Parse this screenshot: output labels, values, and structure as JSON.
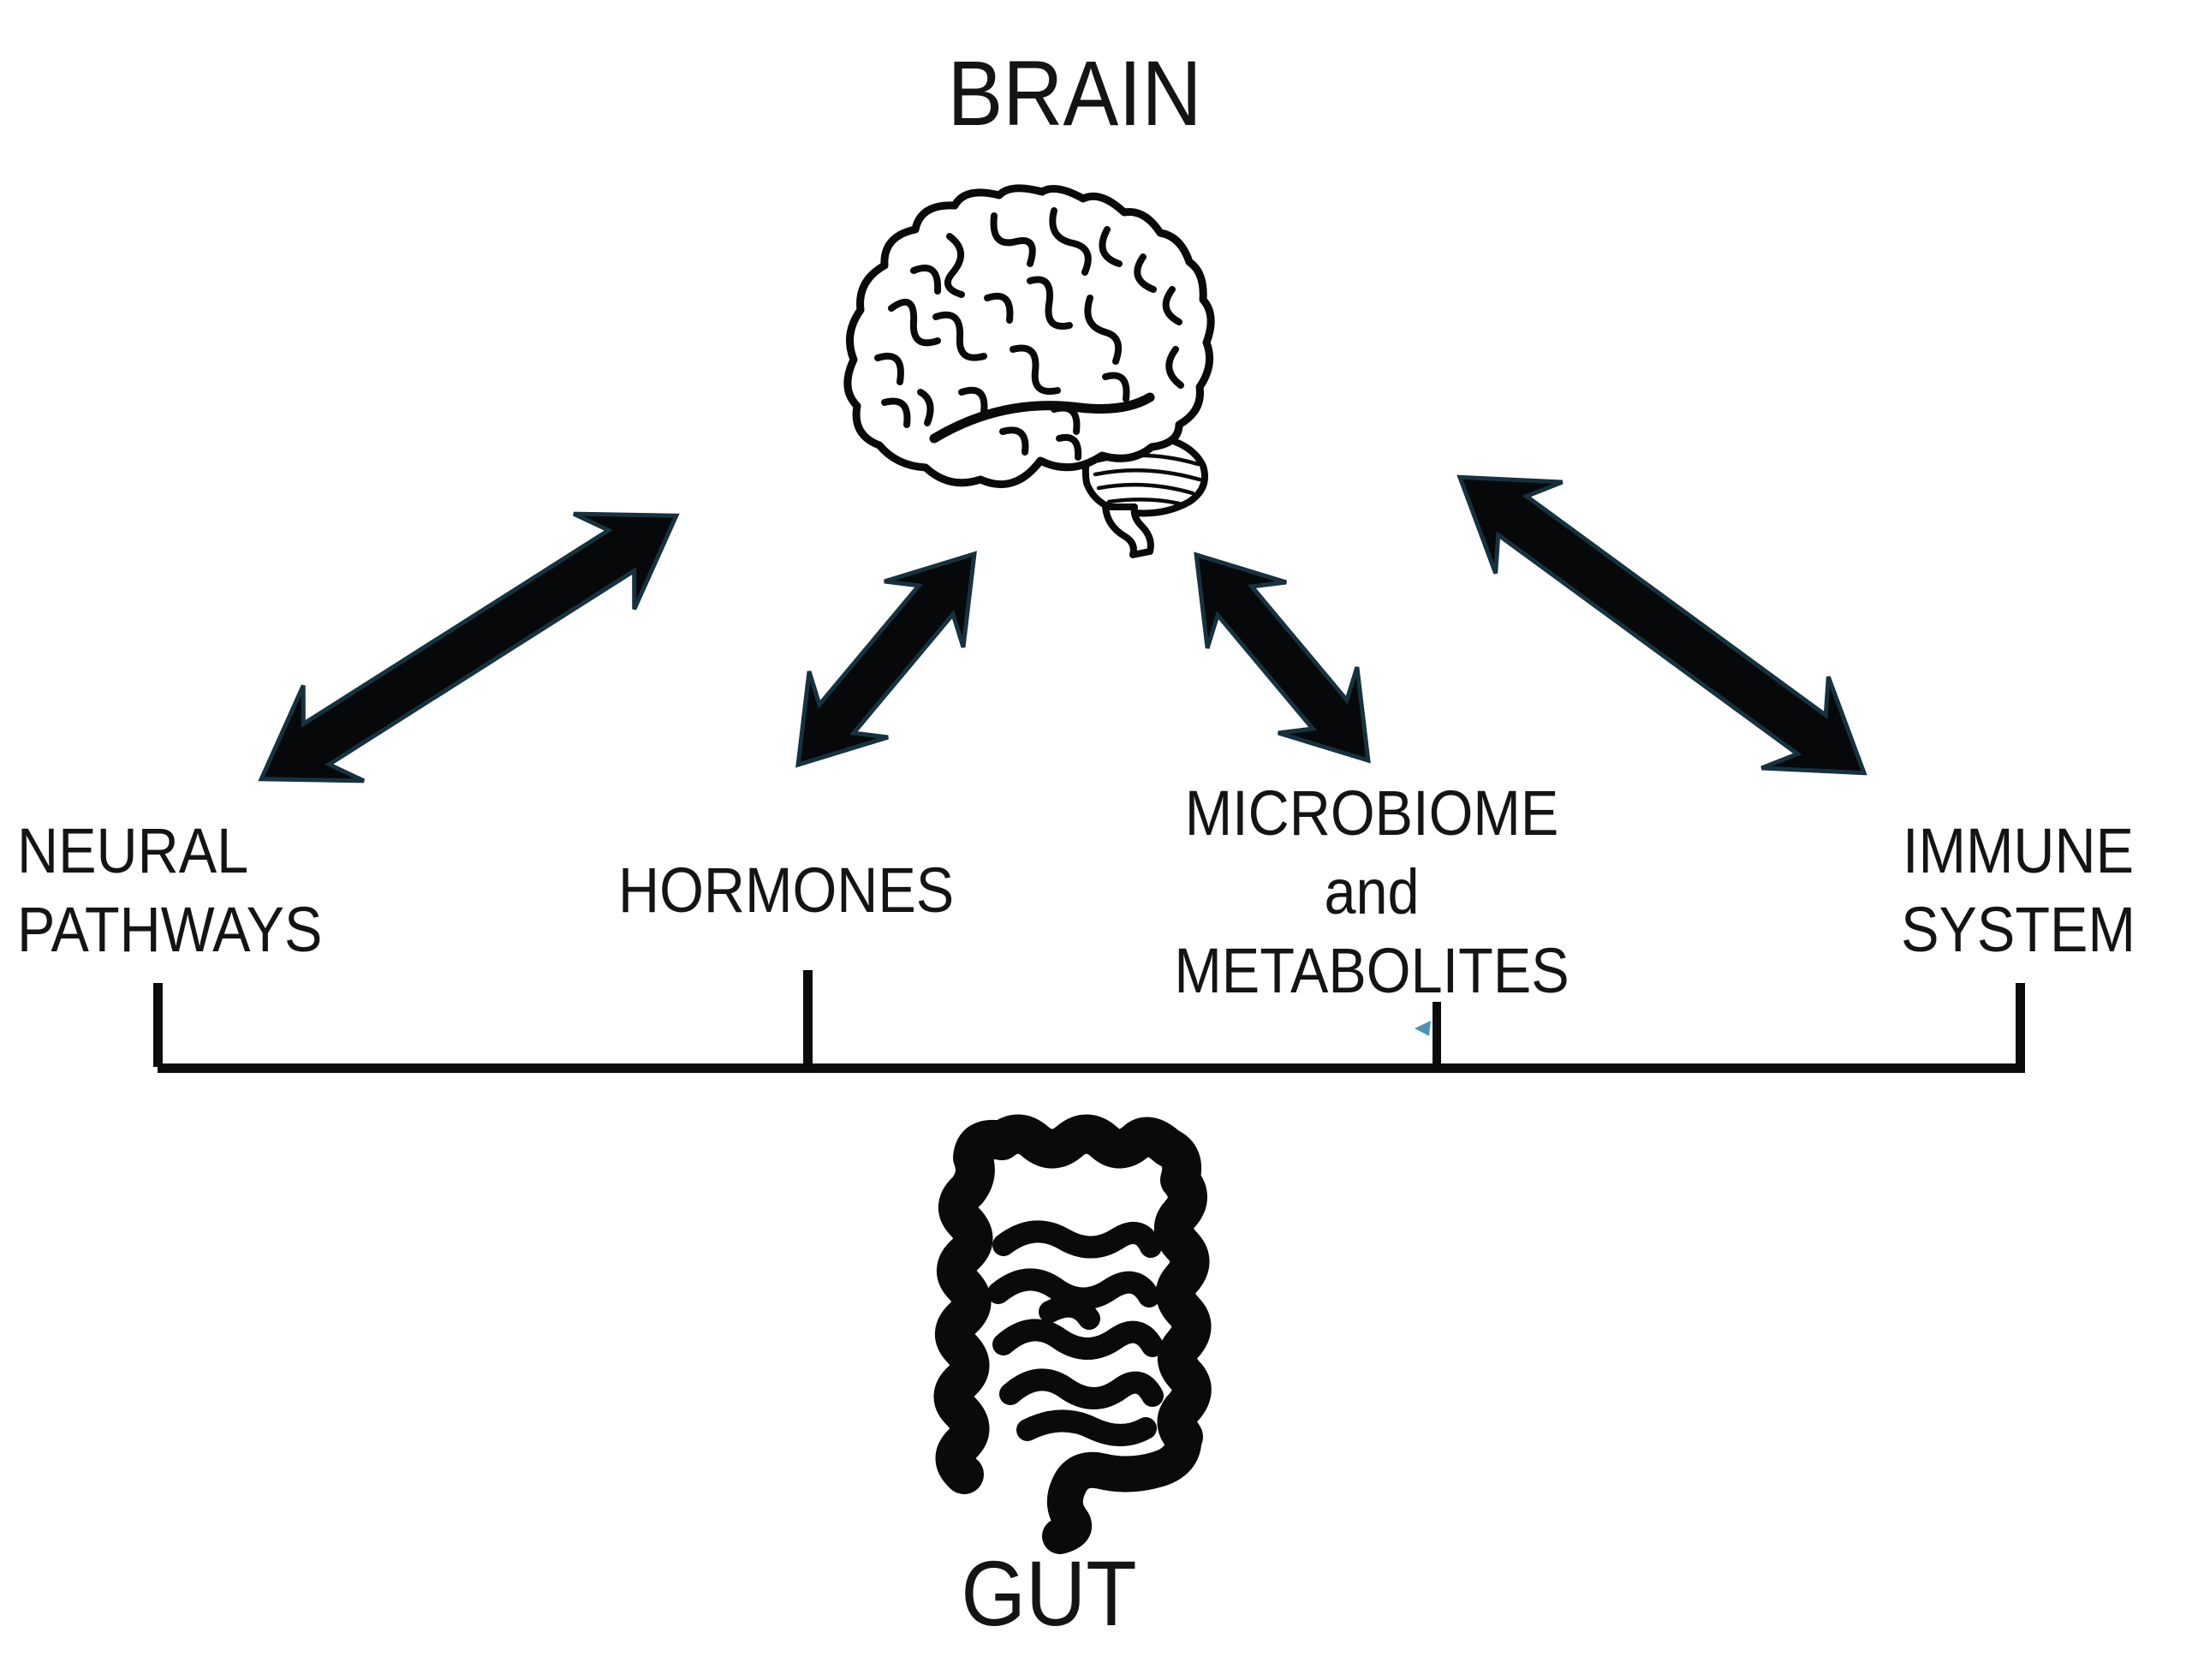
{
  "diagram": {
    "top_label": "BRAIN",
    "bottom_label": "GUT",
    "pathway_labels": [
      {
        "id": "neural-pathways",
        "lines": [
          "NEURAL",
          "PATHWAYS"
        ]
      },
      {
        "id": "hormones",
        "lines": [
          "HORMONES"
        ]
      },
      {
        "id": "microbiome-metabolites",
        "lines": [
          "MICROBIOME",
          "and",
          "METABOLITES"
        ]
      },
      {
        "id": "immune-system",
        "lines": [
          "IMMUNE",
          "SYSTEM"
        ]
      }
    ],
    "connections": [
      {
        "from": "BRAIN",
        "to": "NEURAL PATHWAYS",
        "style": "double-headed-arrow"
      },
      {
        "from": "BRAIN",
        "to": "HORMONES",
        "style": "double-headed-arrow"
      },
      {
        "from": "BRAIN",
        "to": "MICROBIOME and METABOLITES",
        "style": "double-headed-arrow"
      },
      {
        "from": "BRAIN",
        "to": "IMMUNE SYSTEM",
        "style": "double-headed-arrow"
      },
      {
        "from": "NEURAL PATHWAYS, HORMONES, MICROBIOME and METABOLITES, IMMUNE SYSTEM",
        "to": "GUT",
        "style": "bracket"
      }
    ],
    "illustrations": [
      {
        "name": "brain-illustration",
        "description": "black line art human brain, lateral view"
      },
      {
        "name": "gut-illustration",
        "description": "black line art intestines (colon and small bowel)"
      }
    ],
    "colors": {
      "text": "#141414",
      "arrow_fill": "#06080a",
      "arrow_outline": "#16323f",
      "bracket_line": "#0b0b0b",
      "cursor_accent": "#2e7fa8",
      "background": "#ffffff"
    }
  }
}
